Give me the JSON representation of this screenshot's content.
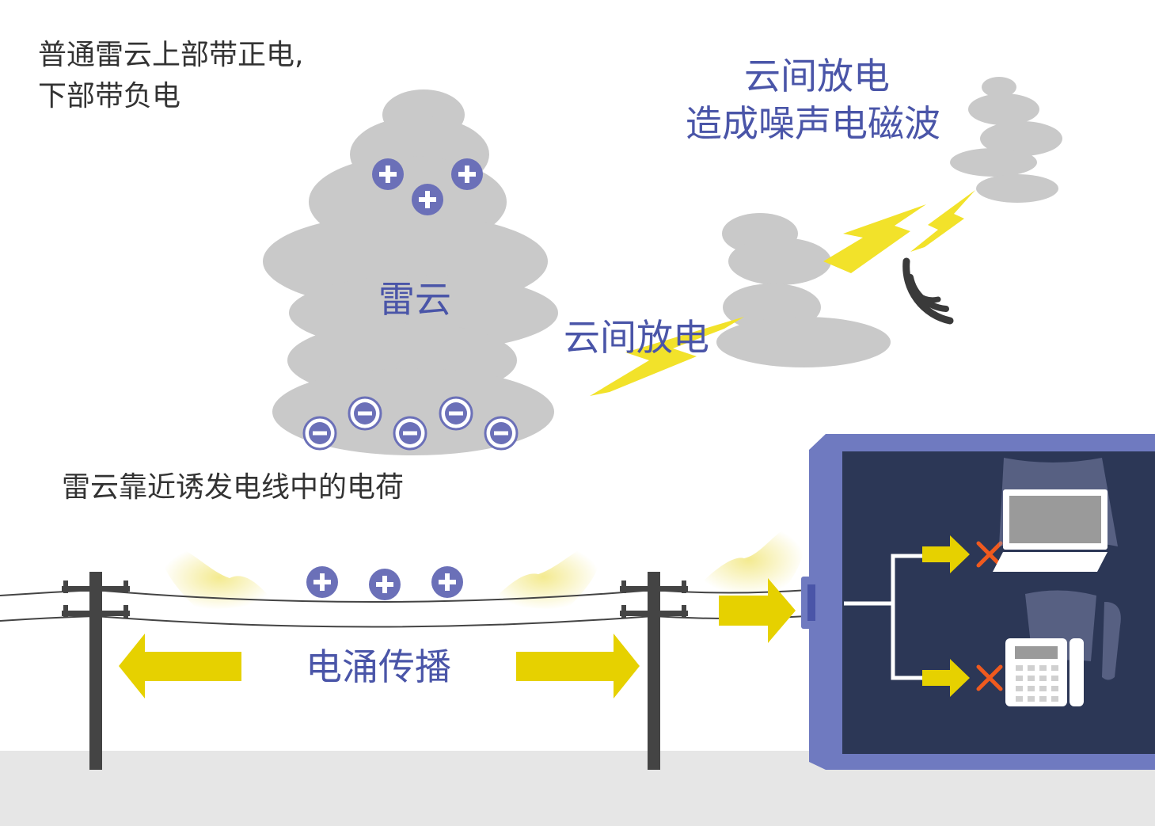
{
  "notes": {
    "top_line1": "普通雷云上部带正电,",
    "top_line2": "下部带负电",
    "middle": "雷云靠近诱发电线中的电荷"
  },
  "labels": {
    "thundercloud": "雷云",
    "intercloud_discharge_1": "云间放电",
    "intercloud_discharge_2": "云间放电",
    "noise_waves": "造成噪声电磁波",
    "surge_propagation": "电涌传播"
  },
  "charges": {
    "cloud_top": [
      "+",
      "+",
      "+"
    ],
    "cloud_bottom": [
      "−",
      "−",
      "−",
      "−",
      "−"
    ],
    "power_line": [
      "+",
      "+",
      "+"
    ]
  },
  "colors": {
    "cloud": "#c9c9c9",
    "charge": "#6b70b8",
    "lightning": "#f2e22a",
    "surge_arrow": "#e6d100",
    "label_blue": "#4a55a8",
    "text_dark": "#333333",
    "building_frame": "#6f7ac0",
    "building_interior": "#2c3756",
    "block_mark": "#f05a1e",
    "ground": "#e6e6e6",
    "pole": "#444444"
  },
  "icons": [
    "laptop-icon",
    "telephone-icon",
    "electromagnetic-wave-icon",
    "lightning-bolt-icon"
  ]
}
